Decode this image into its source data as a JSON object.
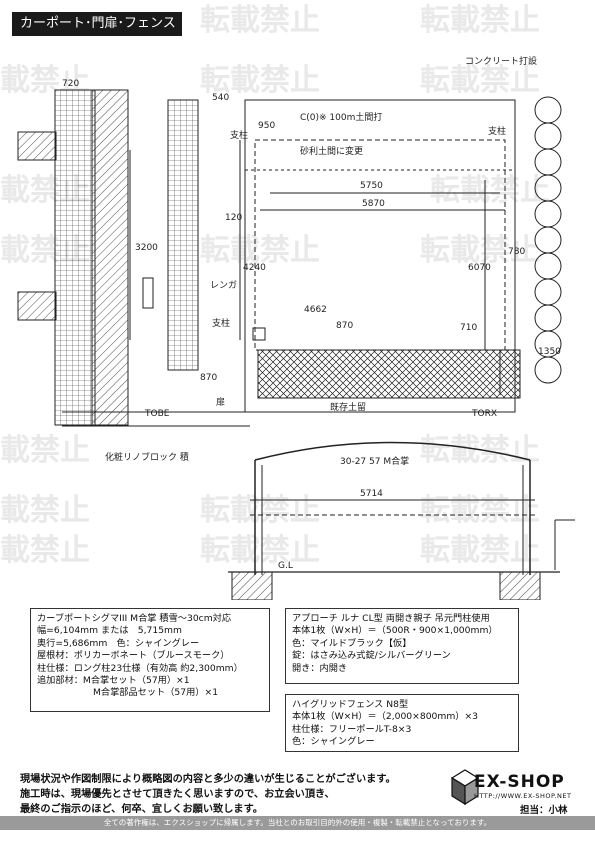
{
  "header": {
    "title": "カーポート･門扉･フェンス"
  },
  "watermark": {
    "text": "転載禁止"
  },
  "drawing": {
    "labels": {
      "concrete": "コンクリート打設",
      "concrete_pour": "C(0)※ 100m土間打",
      "existing_fix": "砂利土間に変更",
      "support_left": "支柱",
      "support_right": "支柱",
      "support_lower": "支柱",
      "brick": "レンガ",
      "gate": "扉",
      "existing_earth": "既存土留",
      "tobe": "TOBE",
      "torx": "TORX",
      "block": "化粧リノブロック 積",
      "side_label": "M合掌",
      "gl": "G.L"
    },
    "dims": {
      "d720": "720",
      "d540": "540",
      "d950": "950",
      "d5750": "5750",
      "d5870": "5870",
      "d3200": "3200",
      "d120": "120",
      "d4240": "4240",
      "d6070": "6070",
      "d780": "780",
      "d4662": "4662",
      "d870a": "870",
      "d710": "710",
      "d870b": "870",
      "d1350": "1350",
      "side_top": "30-27  57  M合掌",
      "side_width": "5714"
    }
  },
  "spec_carport": {
    "l1": "カーブポートシグマIII M合掌 積雪～30cm対応",
    "l2": "幅=6,104mm または　5,715mm",
    "l3": "奥行=5,686mm　色：シャイングレー",
    "l4": "屋根材：ポリカーボネート（ブルースモーク）",
    "l5": "柱仕様：ロング柱23仕様（有効高 約2,300mm）",
    "l6": "追加部材：M合掌セット（57用）×1",
    "l7": "M合掌部品セット（57用）×1"
  },
  "spec_approach": {
    "l1": "アプローチ ルナ CL型 両開き親子 吊元門柱使用",
    "l2": "本体1枚（W×H）＝（500R・900×1,000mm）",
    "l3": "色：マイルドブラック【仮】",
    "l4": "錠：はさみ込み式錠/シルバーグリーン",
    "l5": "開き：内開き"
  },
  "spec_fence": {
    "l1": "ハイグリッドフェンス N8型",
    "l2": "本体1枚（W×H）＝（2,000×800mm）×3",
    "l3": "柱仕様：フリーポールT-8×3",
    "l4": "色：シャイングレー"
  },
  "notice": {
    "l1": "現場状況や作図制限により概略図の内容と多少の違いが生じることがございます。",
    "l2": "施工時は、現場優先とさせて頂きたく思いますので、お立会い頂き、",
    "l3": "最終のご指示のほど、何卒、宜しくお願い致します。"
  },
  "logo": {
    "brand": "EX-SHOP",
    "url": "HTTP://WWW.EX-SHOP.NET",
    "staff": "担当：小林"
  },
  "footer": {
    "text": "全ての著作権は、エクスショップに帰属します。当社とのお取引目的外の使用・複製・転載禁止となっております。"
  }
}
